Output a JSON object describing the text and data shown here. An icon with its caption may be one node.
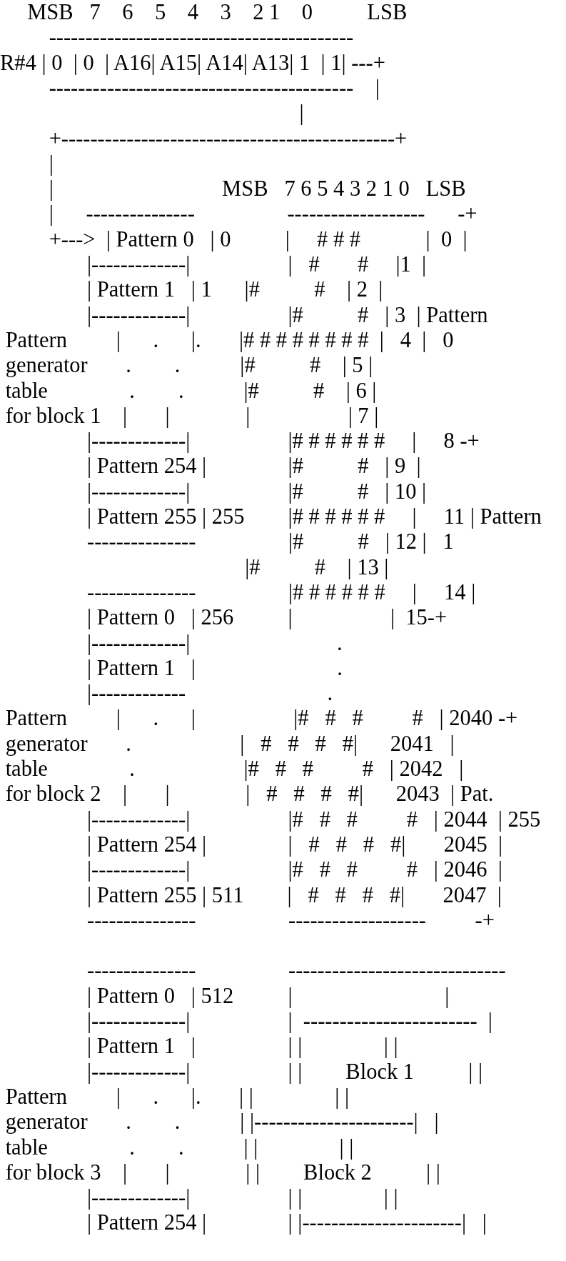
{
  "diagram": {
    "labels": [
      "     MSB   7    6    5    4    3    2 1    0          LSB",
      "         ------------------------------------------",
      "R#4 | 0  | 0  | A16| A15| A14| A13| 1  | 1| ---+",
      "         ------------------------------------------    |",
      "                                                       |",
      "         +----------------------------------------------+",
      "         |",
      "         |                               MSB   7 6 5 4 3 2 1 0   LSB",
      "         |      ---------------                 -------------------      -+",
      "         +--->  | Pattern 0   | 0          |     # # #            |  0  |",
      "                |-------------|                  |   #       #     |1  |",
      "                | Pattern 1   | 1      |#          #    | 2  |",
      "                |-------------|                  |#          #   | 3  | Pattern",
      " Pattern         |      .      |.       |# # # # # # # #  |   4  |   0",
      " generator       .        .           |#          #    | 5 |",
      " table               .        .           |#          #    | 6 |",
      " for block 1    |       |              |                  | 7 |",
      "                |-------------|                  |# # # # # #     |     8 -+",
      "                | Pattern 254 |               |#          #   | 9  |",
      "                |-------------|                  |#          #   | 10 |",
      "                | Pattern 255 | 255        |# # # # # #     |     11 | Pattern",
      "                ---------------                 |#          #   | 12 |   1",
      "                                             |#          #    | 13 |",
      "                ---------------                 |# # # # # #     |     14 |",
      "                | Pattern 0   | 256          |                  |  15-+",
      "                |-------------|                           .",
      "                | Pattern 1   |                          .",
      "                |-------------                          .",
      " Pattern         |      .      |                  |#   #   #         #   | 2040 -+",
      " generator       .                    |   #   #   #   #|      2041   |",
      " table               .                    |#   #   #         #   | 2042   |",
      " for block 2    |       |              |   #   #   #   #|      2043  | Pat.",
      "                |-------------|                  |#   #   #         #   | 2044  | 255",
      "                | Pattern 254 |               |   #   #   #   #|       2045  |",
      "                |-------------|                  |#   #   #         #   | 2046  |",
      "                | Pattern 255 | 511        |   #   #   #   #|       2047  |",
      "                ---------------                 -------------------         -+",
      "                ---------------                 ------------------------------",
      "                | Pattern 0   | 512          |                            |",
      "                |-------------|                  |  ------------------------  |",
      "                | Pattern 1   |                 | |               | |",
      "                |-------------|                  | |        Block 1          | |",
      " Pattern         |      .      |.       | |               | |",
      " generator       .        .           | |----------------------|   |",
      " table               .        .           | |               | |",
      " for block 3    |       |              | |        Block 2          | |",
      "                |-------------|                  | |               | |",
      "                | Pattern 254 |               | |----------------------|   |"
    ]
  }
}
